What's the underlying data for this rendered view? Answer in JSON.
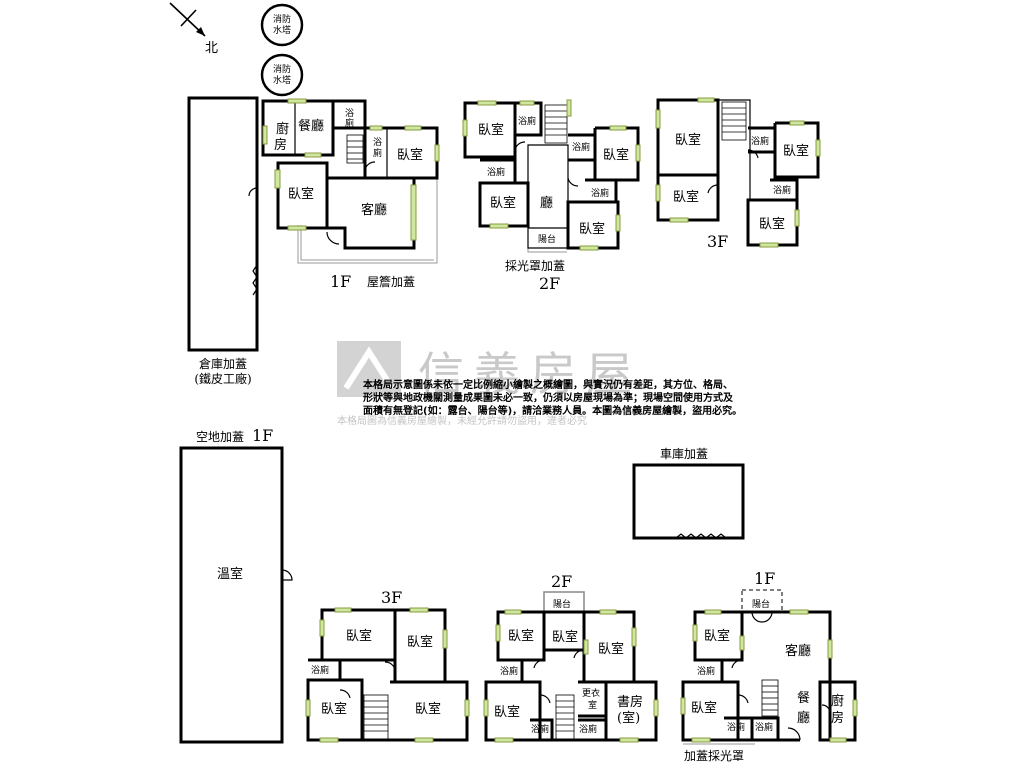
{
  "compass": {
    "north_label": "北"
  },
  "tanks": [
    {
      "label_line1": "消防",
      "label_line2": "水塔"
    },
    {
      "label_line1": "消防",
      "label_line2": "水塔"
    }
  ],
  "top": {
    "warehouse": {
      "label_line1": "倉庫加蓋",
      "label_line2": "(鐵皮工廠)"
    },
    "floor1": {
      "floor_label": "1F",
      "rooms": {
        "kitchen_1": "廚",
        "kitchen_2": "房",
        "dining": "餐廳",
        "bath_1": "浴",
        "bath_2": "廁",
        "bath2_1": "浴",
        "bath2_2": "廁",
        "bedroom_a": "臥室",
        "bedroom_b": "臥室",
        "living": "客廳"
      },
      "eave_label": "屋簷加蓋"
    },
    "floor2": {
      "floor_label": "2F",
      "rooms": {
        "bedroom_a": "臥室",
        "bath_a": "浴廁",
        "bath_b": "浴廁",
        "bedroom_b": "臥室",
        "bath_c": "浴廁",
        "bedroom_c": "臥室",
        "hall": "廳",
        "bath_d": "浴廁",
        "bedroom_d": "臥室",
        "balcony": "陽台"
      },
      "skylight_label": "採光罩加蓋"
    },
    "floor3": {
      "floor_label": "3F",
      "rooms": {
        "bedroom_a": "臥室",
        "bath_a": "浴廁",
        "bedroom_b": "臥室",
        "bath_b": "浴廁",
        "bedroom_c": "臥室",
        "bedroom_d": "臥室"
      }
    }
  },
  "watermark": {
    "brand": "信義房屋",
    "line1": "本格局示意圖係未依一定比例縮小繪製之概繪圖，與實況仍有差距，其方位、格局、",
    "line2": "形狀等與地政機關測量成果圖未必一致，仍須以房屋現場為準；現場空間使用方式及",
    "line3": "面積有無登記(如：露台、陽台等)，請洽業務人員。本圖為信義房屋繪製，盜用必究。",
    "line4": "本格局圖為信義房屋繪製，未經允許請勿盜用，違者必究"
  },
  "bottom": {
    "open_space": {
      "title": "空地加蓋",
      "floor": "1F",
      "room": "溫室"
    },
    "garage": {
      "label": "車庫加蓋"
    },
    "floor3": {
      "floor_label": "3F",
      "rooms": {
        "bedroom_a": "臥室",
        "bedroom_b": "臥室",
        "bath": "浴廁",
        "bedroom_c": "臥室",
        "bedroom_d": "臥室"
      }
    },
    "floor2": {
      "floor_label": "2F",
      "rooms": {
        "balcony": "陽台",
        "bedroom_a": "臥室",
        "bedroom_b": "臥室",
        "bedroom_c": "臥室",
        "bath_a": "浴廁",
        "bedroom_d": "臥室",
        "closet_1": "更衣",
        "closet_2": "室",
        "study_1": "書房",
        "study_2": "(室)",
        "bath_b": "浴廁",
        "bath_c": "浴廁"
      }
    },
    "floor1": {
      "floor_label": "1F",
      "rooms": {
        "balcony": "陽台",
        "bedroom_a": "臥室",
        "living": "客廳",
        "bath_a": "浴廁",
        "bedroom_b": "臥室",
        "dining_1": "餐",
        "dining_2": "廳",
        "kitchen_1": "廚",
        "kitchen_2": "房",
        "bath_b": "浴廁",
        "bath_c": "浴廁"
      },
      "skylight_label": "加蓋採光罩"
    }
  }
}
